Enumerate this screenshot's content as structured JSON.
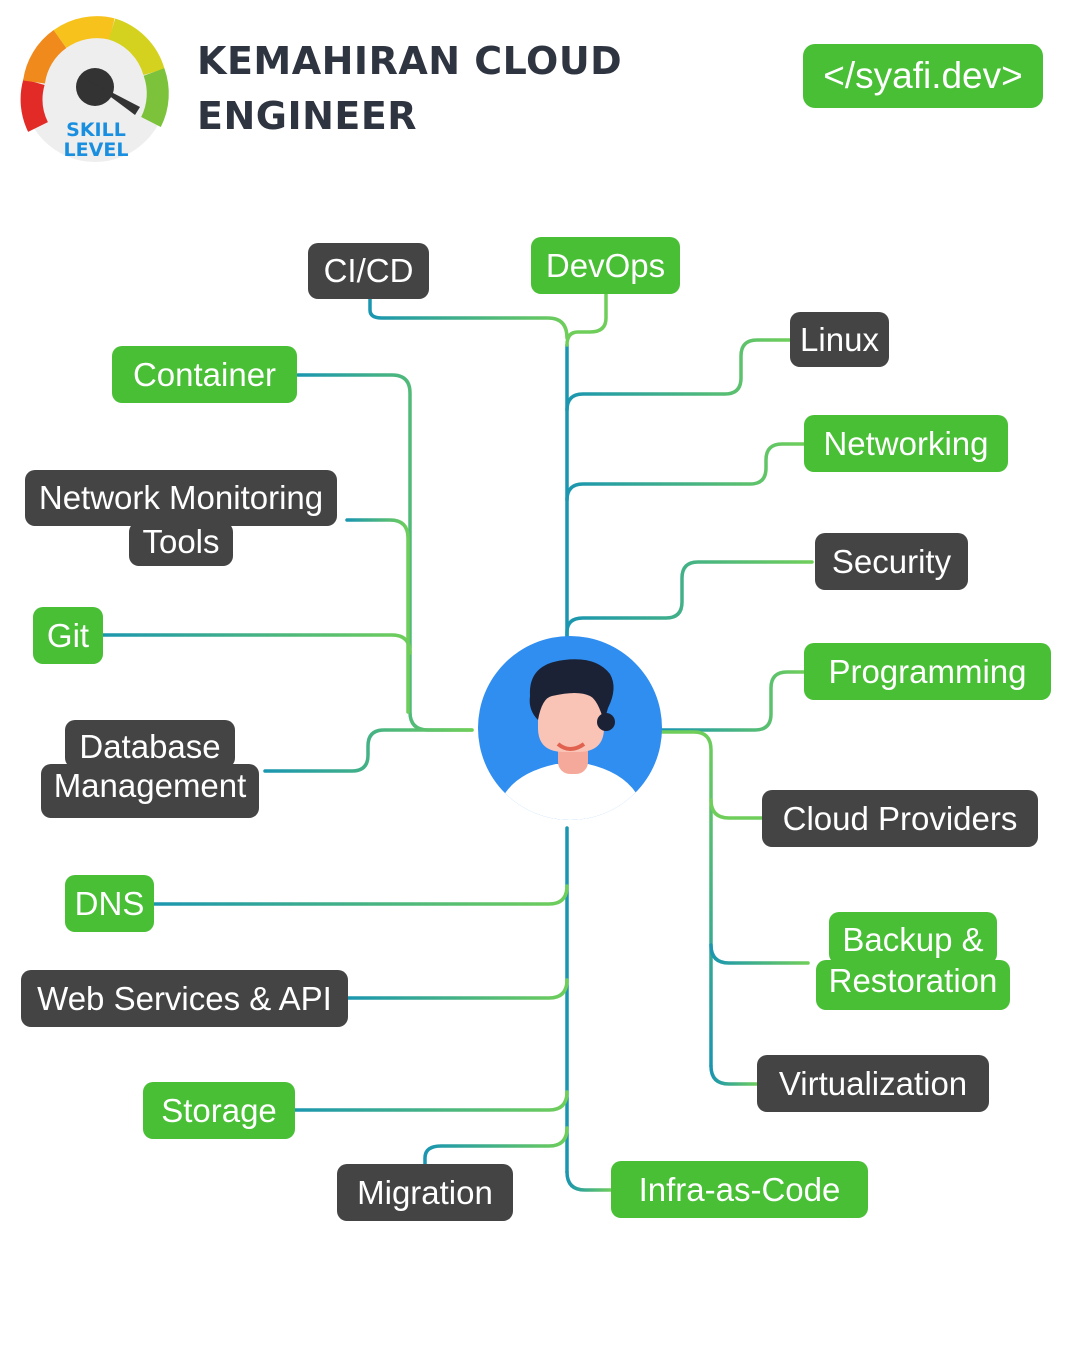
{
  "header": {
    "title_line1": "KEMAHIRAN CLOUD",
    "title_line2": "ENGINEER",
    "brand": "</syafi.dev>"
  },
  "logo": {
    "line1": "SKILL",
    "line2": "LEVEL",
    "icon": "gauge-icon"
  },
  "center": {
    "icon": "person-avatar-icon"
  },
  "colors": {
    "green": "#48bf35",
    "dark": "#444444",
    "teal": "#1a96b0",
    "line_green": "#6fce5a"
  },
  "nodes": {
    "cicd": "CI/CD",
    "devops": "DevOps",
    "linux": "Linux",
    "container": "Container",
    "networking": "Networking",
    "nmt_line1": "Network Monitoring",
    "nmt_line2": "Tools",
    "security": "Security",
    "git": "Git",
    "programming": "Programming",
    "db_line1": "Database",
    "db_line2": "Management",
    "cloud_providers": "Cloud Providers",
    "dns": "DNS",
    "backup_line1": "Backup &",
    "backup_line2": "Restoration",
    "web_services": "Web Services & API",
    "virtualization": "Virtualization",
    "storage": "Storage",
    "migration": "Migration",
    "iac": "Infra-as-Code"
  }
}
